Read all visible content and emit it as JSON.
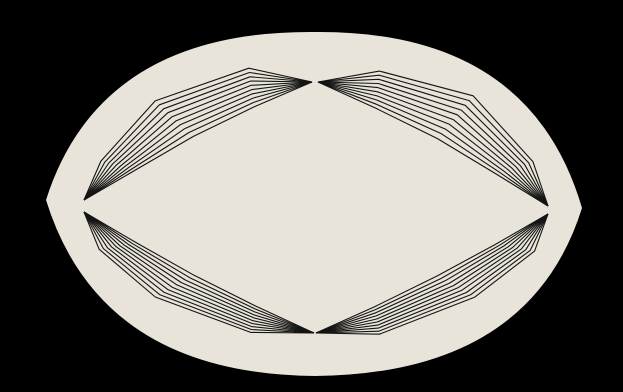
{
  "figure": {
    "background_color": "#000000",
    "lens_outer_color": "#000000",
    "lens_fill_color": "#e8e4d9",
    "line_color": "#141414",
    "fans": [
      {
        "name": "upper-left-string-fan",
        "lines": 10
      },
      {
        "name": "upper-right-string-fan",
        "lines": 10
      },
      {
        "name": "lower-left-string-fan",
        "lines": 10
      },
      {
        "name": "lower-right-string-fan",
        "lines": 10
      }
    ]
  }
}
